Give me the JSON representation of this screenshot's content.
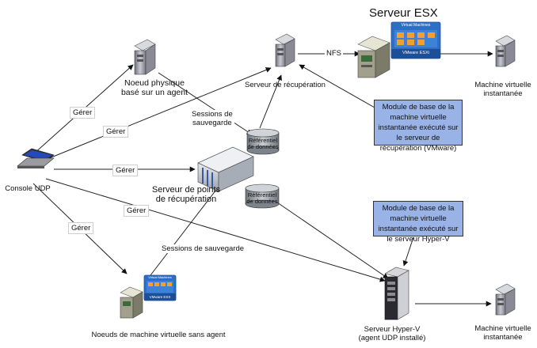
{
  "nodes": {
    "esx_title": "Serveur ESX",
    "vm_esx_caption": "Machine virtuelle\ninstantanée",
    "vm_hyperv_caption": "Machine virtuelle\ninstantanée",
    "physical_node": "Noeud physique\nbasé sur un agent",
    "recovery_server": "Serveur de récupération",
    "console": "Console UDP",
    "rps": "Serveur de points\nde récupération",
    "datastore": "Référentiel\nde données",
    "agentless_nodes": "Noeuds de machine virtuelle sans agent",
    "hyperv_server": "Serveur Hyper-V\n(agent UDP installé)",
    "esx_panel_header": "Virtual Machines",
    "esx_panel_footer": "VMware ESXi",
    "small_panel_header": "Virtual Machines",
    "small_panel_footer": "VMware ESX"
  },
  "edges": {
    "manage": "Gérer",
    "nfs": "NFS",
    "backup_sessions_1": "Sessions de\nsauvegarde",
    "backup_sessions_2": "Sessions de sauvegarde"
  },
  "notes": {
    "vmware_note": "Module de base de la machine virtuelle instantanée exécuté sur le serveur de récupération (VMware)",
    "hyperv_note": "Module de base de la machine virtuelle instantanée exécuté sur le serveur Hyper-V"
  },
  "colors": {
    "note_fill": "#99b3e6",
    "panel_blue": "#2e6fc6",
    "panel_orange": "#f0a030",
    "server_grey": "#9a9aa6",
    "cylinder_grey": "#9aa0a6"
  }
}
